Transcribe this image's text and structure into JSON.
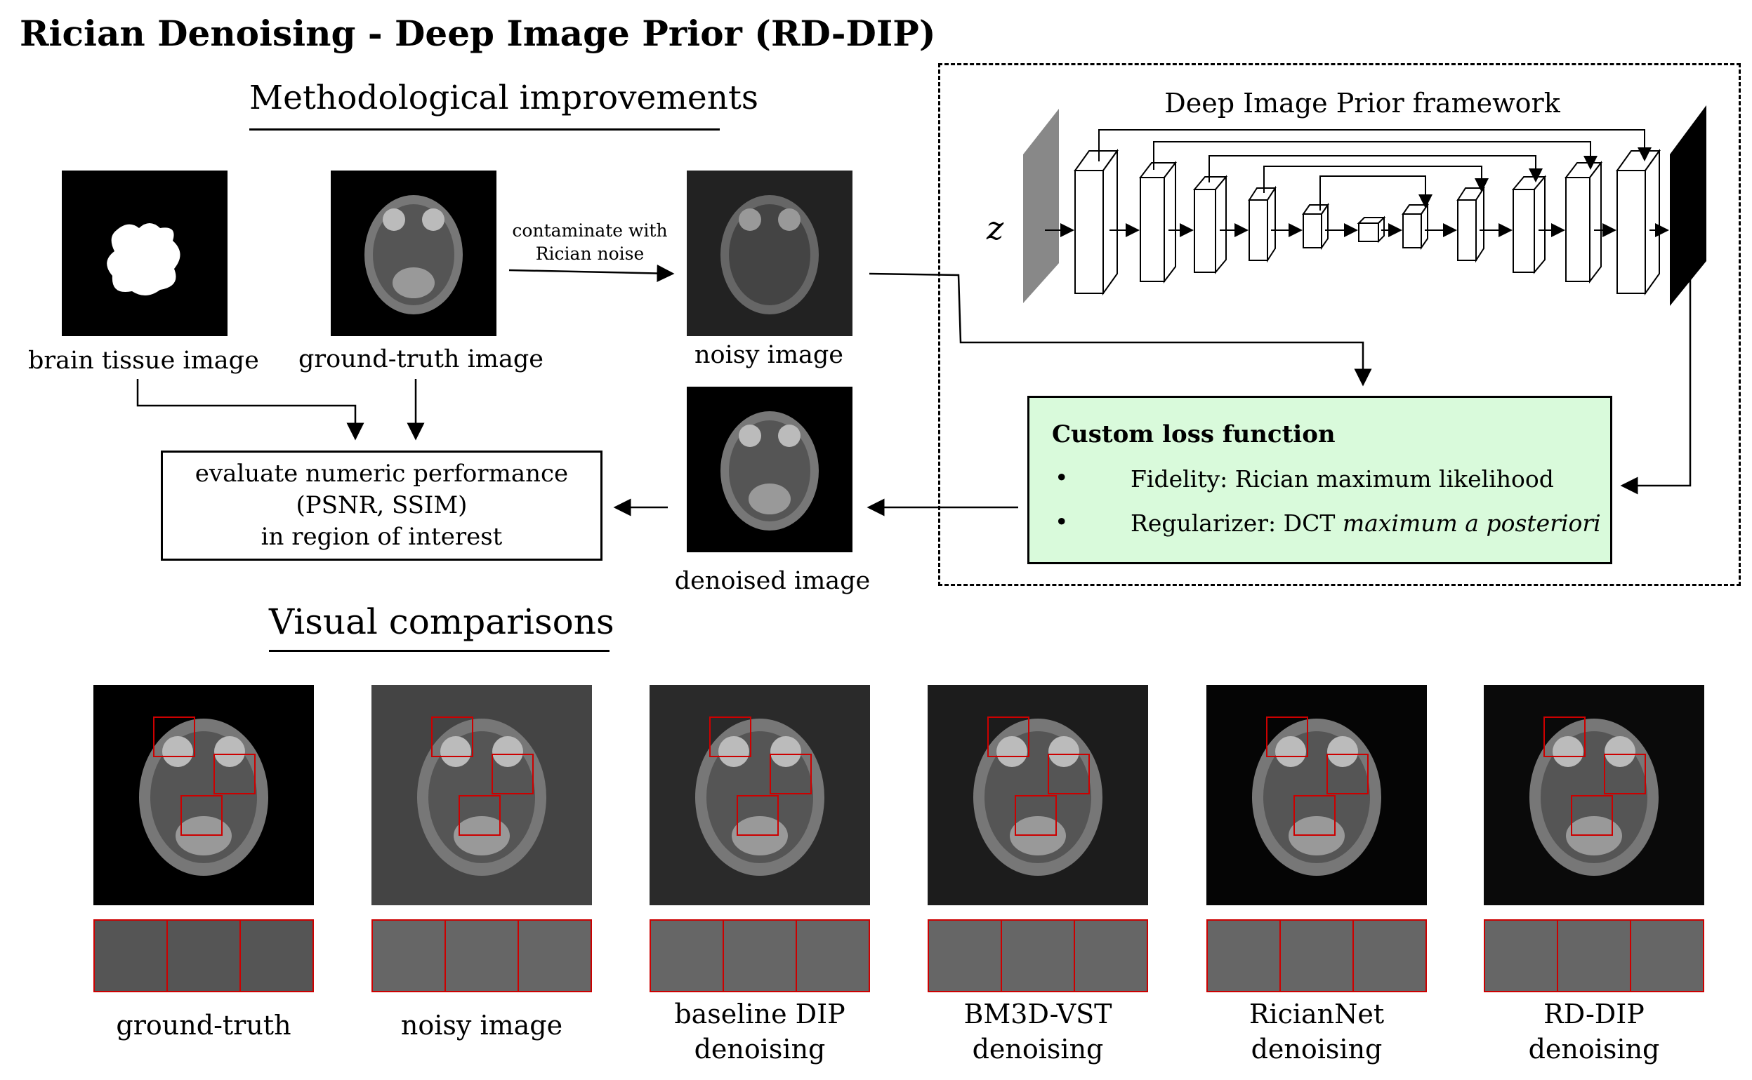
{
  "title": "Rician Denoising - Deep Image Prior (RD-DIP)",
  "sections": {
    "methodological": "Methodological improvements",
    "visual": "Visual comparisons"
  },
  "top_images": {
    "brain_tissue": "brain tissue image",
    "ground_truth": "ground-truth image",
    "noisy": "noisy image",
    "denoised": "denoised image"
  },
  "arrow_label": {
    "line1": "contaminate with",
    "line2": "Rician noise"
  },
  "eval_box": {
    "line1": "evaluate numeric performance",
    "line2": "(PSNR, SSIM)",
    "line3": "in region of interest"
  },
  "dip": {
    "title": "Deep Image Prior framework",
    "z_label": "z"
  },
  "loss": {
    "title": "Custom loss function",
    "fidelity": "Fidelity: Rician maximum likelihood",
    "regularizer_prefix": "Regularizer: DCT ",
    "regularizer_italic": "maximum a posteriori",
    "bullet": "•"
  },
  "comparisons": [
    {
      "line1": "ground-truth",
      "line2": ""
    },
    {
      "line1": "noisy image",
      "line2": ""
    },
    {
      "line1": "baseline DIP",
      "line2": "denoising"
    },
    {
      "line1": "BM3D-VST",
      "line2": "denoising"
    },
    {
      "line1": "RicianNet",
      "line2": "denoising"
    },
    {
      "line1": "RD-DIP",
      "line2": "denoising"
    }
  ],
  "colors": {
    "loss_box_bg": "#d9fadb",
    "roi_red": "#cc0000"
  }
}
